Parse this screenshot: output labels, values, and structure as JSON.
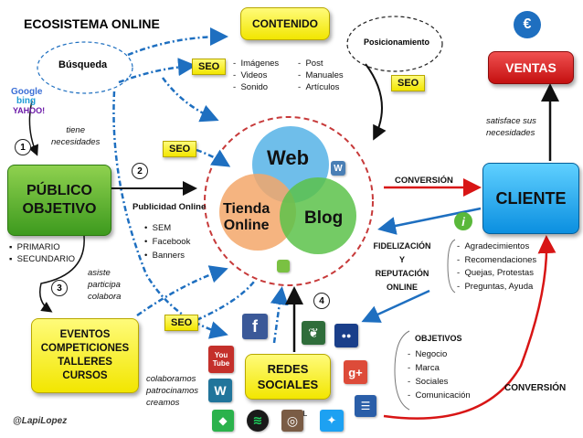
{
  "title": "ECOSISTEMA ONLINE",
  "author": "@LapiLopez",
  "nodes": {
    "busqueda": "Búsqueda",
    "contenido": "CONTENIDO",
    "posicionamiento": "Posicionamiento",
    "ventas": "VENTAS",
    "publico": [
      "PÚBLICO",
      "OBJETIVO"
    ],
    "cliente": "CLIENTE",
    "eventos": [
      "EVENTOS",
      "COMPETICIONES",
      "TALLERES",
      "CURSOS"
    ],
    "redes": [
      "REDES",
      "SOCIALES"
    ]
  },
  "venn": {
    "web": "Web",
    "tienda": [
      "Tienda",
      "Online"
    ],
    "blog": "Blog"
  },
  "seo_label": "SEO",
  "search_engines": [
    "Google",
    "bing",
    "YAHOO!"
  ],
  "content_types": {
    "col1": [
      "Imágenes",
      "Videos",
      "Sonido"
    ],
    "col2": [
      "Post",
      "Manuales",
      "Artículos"
    ]
  },
  "labels": {
    "tiene": [
      "tiene",
      "necesidades"
    ],
    "satisface": [
      "satisface sus",
      "necesidades"
    ],
    "publicidad": "Publicidad Online",
    "asiste": [
      "asiste",
      "participa",
      "colabora"
    ],
    "colaboramos": [
      "colaboramos",
      "patrocinamos",
      "creamos"
    ],
    "conversion_top": "CONVERSIÓN",
    "conversion_bottom": "CONVERSIÓN",
    "fidelizacion": [
      "FIDELIZACIÓN",
      "Y",
      "REPUTACIÓN",
      "ONLINE"
    ],
    "objetivos_title": "OBJETIVOS",
    "pl": "PL"
  },
  "publicidad_items": [
    "SEM",
    "Facebook",
    "Banners"
  ],
  "publico_types": [
    "PRIMARIO",
    "SECUNDARIO"
  ],
  "fidelizacion_items": [
    "Agradecimientos",
    "Recomendaciones",
    "Quejas, Protestas",
    "Preguntas, Ayuda"
  ],
  "objetivos_items": [
    "Negocio",
    "Marca",
    "Sociales",
    "Comunicación"
  ],
  "steps": [
    "1",
    "2",
    "3",
    "4"
  ],
  "social_icons": [
    "facebook-icon",
    "youtube-icon",
    "wordpress-icon",
    "evernote-icon",
    "flickr-icon",
    "googleplus-icon",
    "feedly-icon",
    "spotify-icon",
    "instagram-icon",
    "twitter-icon",
    "messages-icon"
  ],
  "icon_glyphs": {
    "facebook": "f",
    "youtube_top": "You",
    "youtube_bottom": "Tube",
    "wordpress": "W",
    "evernote": "❦",
    "flickr": "●●",
    "googleplus": "g+",
    "feedly": "◆",
    "spotify": "≋",
    "instagram": "◎",
    "twitter": "✦",
    "messages": "☰",
    "euro": "€",
    "info": "i"
  },
  "colors": {
    "red": "#d81515",
    "blue": "#1e6fc0",
    "dark": "#111111",
    "dashed_circle": "#c73a3a"
  }
}
